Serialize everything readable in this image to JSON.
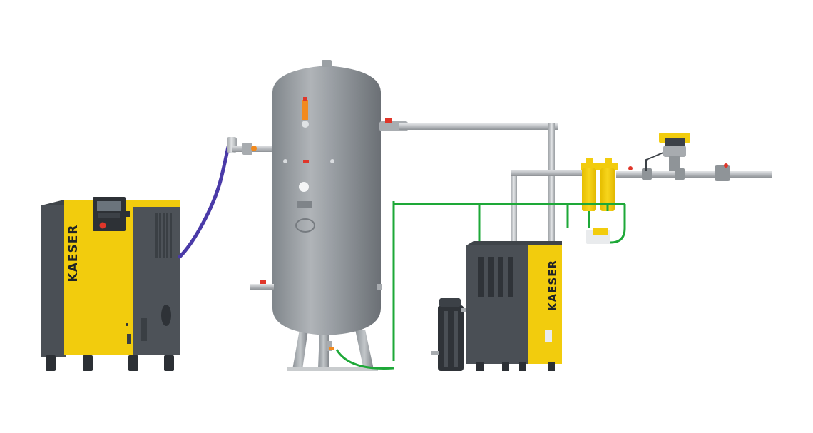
{
  "scene": {
    "background": "#ffffff",
    "colors": {
      "kaeser_yellow": "#f2cc0d",
      "housing_dark": "#4a4f55",
      "housing_mid": "#5c6168",
      "tank_grey": "#8c9196",
      "pipe_grey": "#b9bcc0",
      "drain_green": "#1ea838",
      "hose_purple": "#4a3aa8",
      "valve_red": "#e0362a",
      "valve_orange": "#f28a1e"
    }
  },
  "compressor": {
    "brand": "KAESER",
    "icons": [
      "control-panel-icon",
      "emergency-stop-icon"
    ]
  },
  "receiver": {
    "icons": [
      "safety-valve-icon",
      "pressure-gauge-icon",
      "manhole-icon"
    ]
  },
  "dryer": {
    "brand": "KAESER"
  },
  "filters": {
    "count": 2
  },
  "condensate_treatment": {
    "icons": [
      "oil-water-separator-icon"
    ]
  }
}
